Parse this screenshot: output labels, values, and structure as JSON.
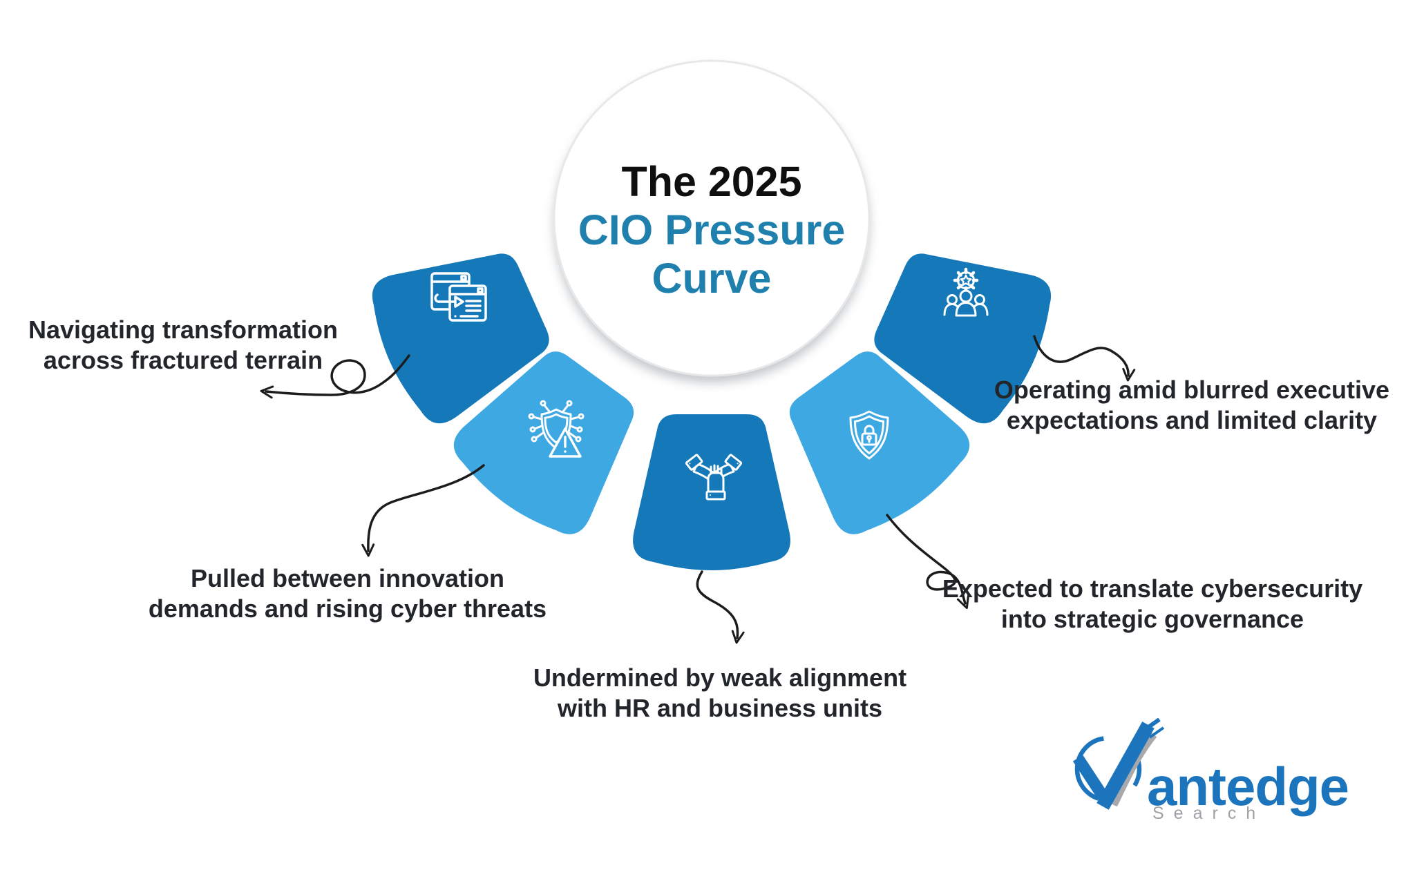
{
  "title": {
    "line1": "The 2025",
    "line2": "CIO Pressure",
    "line3": "Curve"
  },
  "pressures": [
    {
      "id": "transformation",
      "icon": "window-transfer-icon",
      "petal_color": "#1478b9",
      "lines": [
        "Navigating transformation",
        "across fractured terrain"
      ]
    },
    {
      "id": "innovation-vs-threats",
      "icon": "cyber-shield-alert-icon",
      "petal_color": "#3ea8e2",
      "lines": [
        "Pulled between innovation",
        "demands and rising cyber threats"
      ]
    },
    {
      "id": "weak-alignment",
      "icon": "hands-together-icon",
      "petal_color": "#1478b9",
      "lines": [
        "Undermined by weak alignment",
        "with HR and business units"
      ]
    },
    {
      "id": "cybersecurity-governance",
      "icon": "lock-shield-icon",
      "petal_color": "#3ea8e2",
      "lines": [
        "Expected to translate cybersecurity",
        "into strategic governance"
      ]
    },
    {
      "id": "blurred-expectations",
      "icon": "team-gear-icon",
      "petal_color": "#1478b9",
      "lines": [
        "Operating amid blurred executive",
        "expectations and limited clarity"
      ]
    }
  ],
  "logo": {
    "brand": "Vantedge",
    "brand_rest": "antedge",
    "subtitle": "Search"
  },
  "colors": {
    "petal_dark": "#1478b9",
    "petal_light": "#3ea8e2",
    "title_blue": "#1f80ae",
    "text_dark": "#22262b",
    "arrow_black": "#1c1c1c",
    "logo_blue": "#1c75bc",
    "logo_grey": "#a7a9ac"
  }
}
